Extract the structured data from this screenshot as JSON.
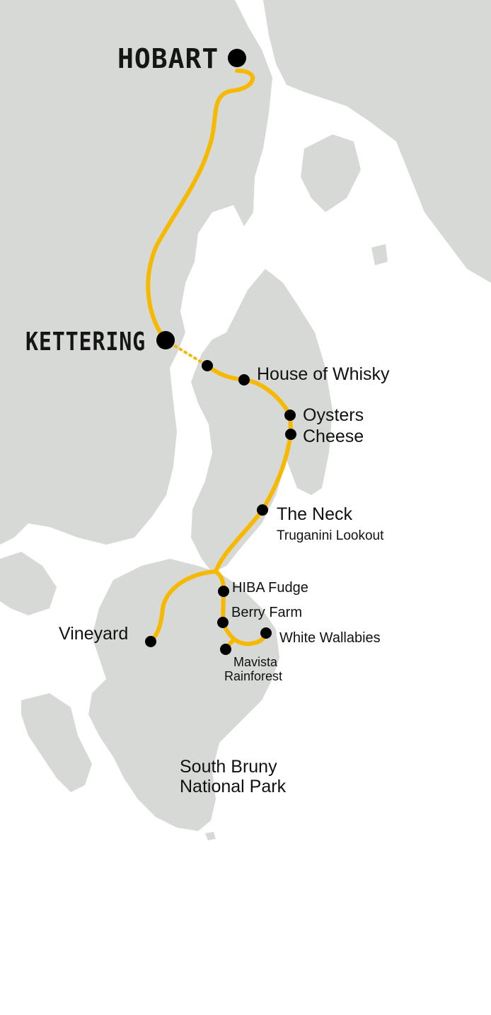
{
  "map": {
    "colors": {
      "land": "#d6d9d6",
      "water": "#ffffff",
      "route": "#f7b900",
      "stop": "#000000"
    },
    "towns": {
      "hobart": "HOBART",
      "kettering": "KETTERING"
    },
    "stops": {
      "house_of_whisky": "House of Whisky",
      "oysters": "Oysters",
      "cheese": "Cheese",
      "the_neck": "The Neck",
      "truganini": "Truganini Lookout",
      "hiba_fudge": "HIBA Fudge",
      "berry_farm": "Berry Farm",
      "white_wallabies": "White Wallabies",
      "vineyard": "Vineyard",
      "mavista_1": "Mavista",
      "mavista_2": "Rainforest"
    },
    "region": {
      "line1": "South Bruny",
      "line2": "National Park"
    }
  }
}
